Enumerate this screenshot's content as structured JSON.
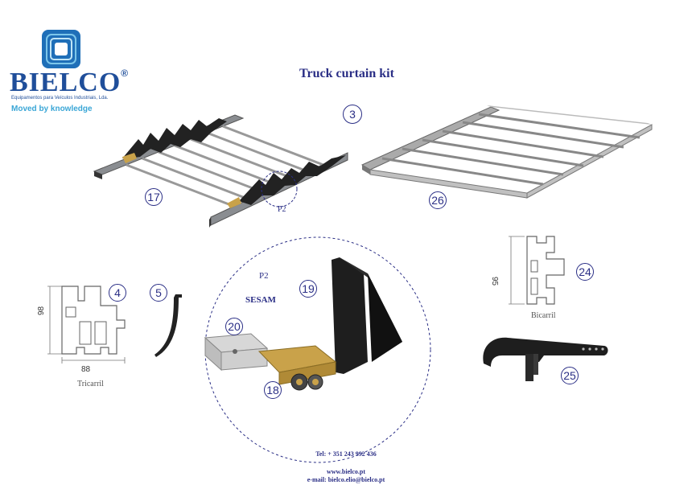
{
  "brand": {
    "name": "BIELCO",
    "reg": "®",
    "subtitle": "Equipamentos para Veículos Industriais, Lda.",
    "tagline": "Moved by knowledge"
  },
  "title": "Truck curtain kit",
  "parts": {
    "p3": "3",
    "p17": "17",
    "p26": "26",
    "p4": "4",
    "p5": "5",
    "p19": "19",
    "p20": "20",
    "p18": "18",
    "p24": "24",
    "p25": "25"
  },
  "labels": {
    "p2_small": "P2",
    "p2_detail": "P2",
    "sesam": "SESAM",
    "tricarril": "Tricarril",
    "bicarril": "Bicarril"
  },
  "dimensions": {
    "tri_height": "98",
    "tri_width": "88",
    "bi_height": "95"
  },
  "contact": {
    "tel": "Tel: + 351 243 992 436",
    "web": "www.bielco.pt",
    "email": "e-mail: bielco.elio@bielco.pt"
  },
  "colors": {
    "brand_blue": "#1f4e9a",
    "accent_cyan": "#3aa6d6",
    "title_navy": "#2b2f86"
  }
}
